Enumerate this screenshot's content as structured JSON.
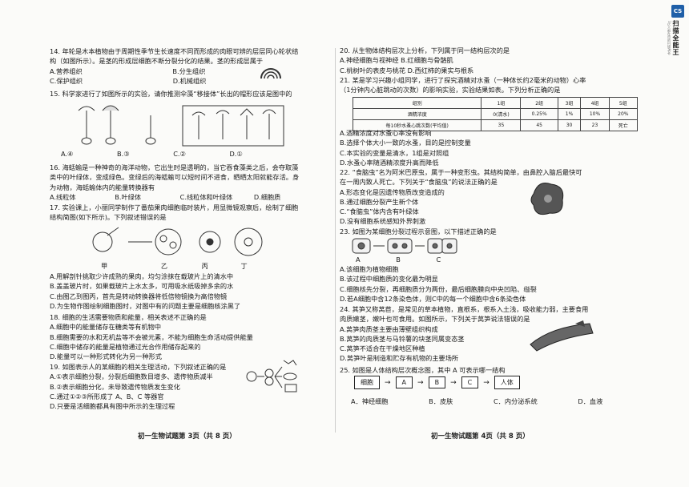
{
  "left": {
    "questions": [
      {
        "lines": [
          "14. 年轮是木本植物由于周期性季节生长速度不同而形成的肉眼可辨的层层同心轮状结",
          "构（如图所示）。是茎的形成层细胞不断分裂分化的结果。茎的形成层属于"
        ],
        "options": [
          "A.营养组织",
          "B.分生组织",
          "C.保护组织",
          "D.机械组织"
        ]
      },
      {
        "lines": [
          "15. 科学家进行了如图所示的实验，请你推测伞藻“移接体”长出的帽形应该是图中的"
        ],
        "options": [
          "A.④",
          "B.③",
          "C.②",
          "D.①"
        ]
      },
      {
        "lines": [
          "16. 海蛞蝓是一种神奇的海洋动物，它出生时是透明的，当它吞食藻类之后，会夺取藻",
          "类中的叶绿体，变成绿色。变绿后的海蛞蝓可以短时间不进食，晒晒太阳就能存活。身",
          "为动物，海蛞蝓体内的能量转换器有"
        ],
        "options": [
          "A.线粒体",
          "B.叶绿体",
          "C.线粒体和叶绿体",
          "D.细胞质"
        ]
      },
      {
        "lines": [
          "17. 实验课上，小丽同学制作了番茄果肉细胞临时装片，用显微镜观察后，绘制了细胞",
          "结构简图(如下所示)。下列叙述错误的是",
          "A.用解剖针挑取少许成熟的果肉，均匀涂抹在载玻片上的清水中",
          "B.盖盖玻片时，如果载玻片上水太多，可用吸水纸吸掉多余的水",
          "C.由图乙到图丙，首先是转动转换器将低倍物镜换为高倍物镜",
          "D.为生物作图绘制细胞图时，对图中有的问题主要是细胞核涂黑了"
        ]
      },
      {
        "lines": [
          "18. 细胞的生活需要物质和能量，相关表述不正确的是",
          "A.细胞中的能量储存在糖类等有机物中",
          "B.细胞需要的水和无机盐等不会被元素，不能为细胞生命活动提供能量",
          "C.细胞中储存的能量是植物通过光合作用储存起来的",
          "D.能量可以一种形式转化为另一种形式"
        ]
      },
      {
        "lines": [
          "19. 如图表示人的某细胞的相关生理活动，下列叙述正确的是",
          "A.①表示细胞分裂，分裂后细胞数目增多、遗传物质减半",
          "B.②表示细胞分化，未导致遗传物质发生变化",
          "C.通过①②③所形成了 A、B、C 等器官",
          "D.只要是活细胞都具有图中所示的生理过程"
        ]
      }
    ],
    "fig17_labels": [
      "甲",
      "乙",
      "丙",
      "丁"
    ],
    "footer": "初一生物试题第 3页（共 8 页）"
  },
  "right": {
    "questions": [
      {
        "lines": [
          "20. 从生物体结构层次上分析，下列属于同一结构层次的是",
          "A.神经细胞与视神经                    B.红细胞与骨骼肌",
          "C.桃树叶的表皮与桃花                  D.西红柿的果实与根系"
        ]
      },
      {
        "lines": [
          "21. 某是学习兴趣小组同学，进行了探究酒精对水蚤（一种体长约2毫米的动物）心率",
          "（1分钟内心脏跳动的次数）的影响实验，实验结果如表。下列分析正确的是"
        ]
      },
      {
        "lines": [
          "A.酒精浓度对水蚤心率没有影响",
          "B.选择个体大小一致的水蚤，目的是控制变量",
          "C.本实验的变量是清水，1组是对照组",
          "D.水蚤心率随酒精浓度升高而降低"
        ]
      },
      {
        "lines": [
          "22. “食脑虫”名为阿米巴原虫，属于一种变形虫。其结构简单，由鼻腔入脑后最快可",
          "在一周内致人死亡。下列关于“食脑虫”的说法正确的是",
          "A.形态变化是因遗传物质改变造成的",
          "B.通过细胞分裂产生新个体",
          "C.“食脑虫”体内含有叶绿体",
          "D.没有细胞系统感知外界刺激"
        ]
      },
      {
        "lines": [
          "23. 如图为某细胞分裂过程示意图，以下描述正确的是",
          "A.该细胞为植物细胞",
          "B.该过程中细胞质的变化最为明显",
          "C.细胞核先分裂，再细胞质分为两份，最后细胞膜向中央凹陷、缢裂",
          "D.若A细胞中含12条染色体，则C中的每一个细胞中含6条染色体"
        ]
      },
      {
        "lines": [
          "24. 其笋又称莴苣，是常见的草本植物，直根系，根系入土浅，吸收能力弱，主要食用",
          "肉质嫩茎，嫩叶也可食用。如图所示，下列关于莴笋说法错误的是",
          "A.莴笋肉质茎主要由薄壁组织构成",
          "B.莴笋的肉质茎与马铃薯的块茎同属变态茎",
          "C.莴笋不适合在干燥地区种植",
          "D.莴笋叶是制造和贮存有机物的主要场所"
        ]
      },
      {
        "lines": [
          "25. 如图是人体结构层次概念图，其中 A 可表示哪一结构"
        ],
        "options": [
          "A．神经细胞",
          "B．皮肤",
          "C．内分泌系统",
          "D．血液"
        ]
      }
    ],
    "table21": {
      "header": [
        "组别",
        "1组",
        "2组",
        "3组",
        "4组",
        "5组"
      ],
      "row1": [
        "酒精浓度",
        "0(清水)",
        "0.25%",
        "1%",
        "10%",
        "20%"
      ],
      "row2": [
        "每10秒水蚤心跳次数(平均值)",
        "35",
        "45",
        "30",
        "23",
        "死亡"
      ]
    },
    "flow25": [
      "细胞",
      "A",
      "B",
      "C",
      "人体"
    ],
    "fig23_labels": [
      "A",
      "B",
      "C"
    ],
    "footer": "初一生物试题第 4页（共 8 页）"
  },
  "scanner": {
    "brand": "扫描全能王",
    "sub": "3亿人都在用的扫描App",
    "logo": "CS"
  }
}
